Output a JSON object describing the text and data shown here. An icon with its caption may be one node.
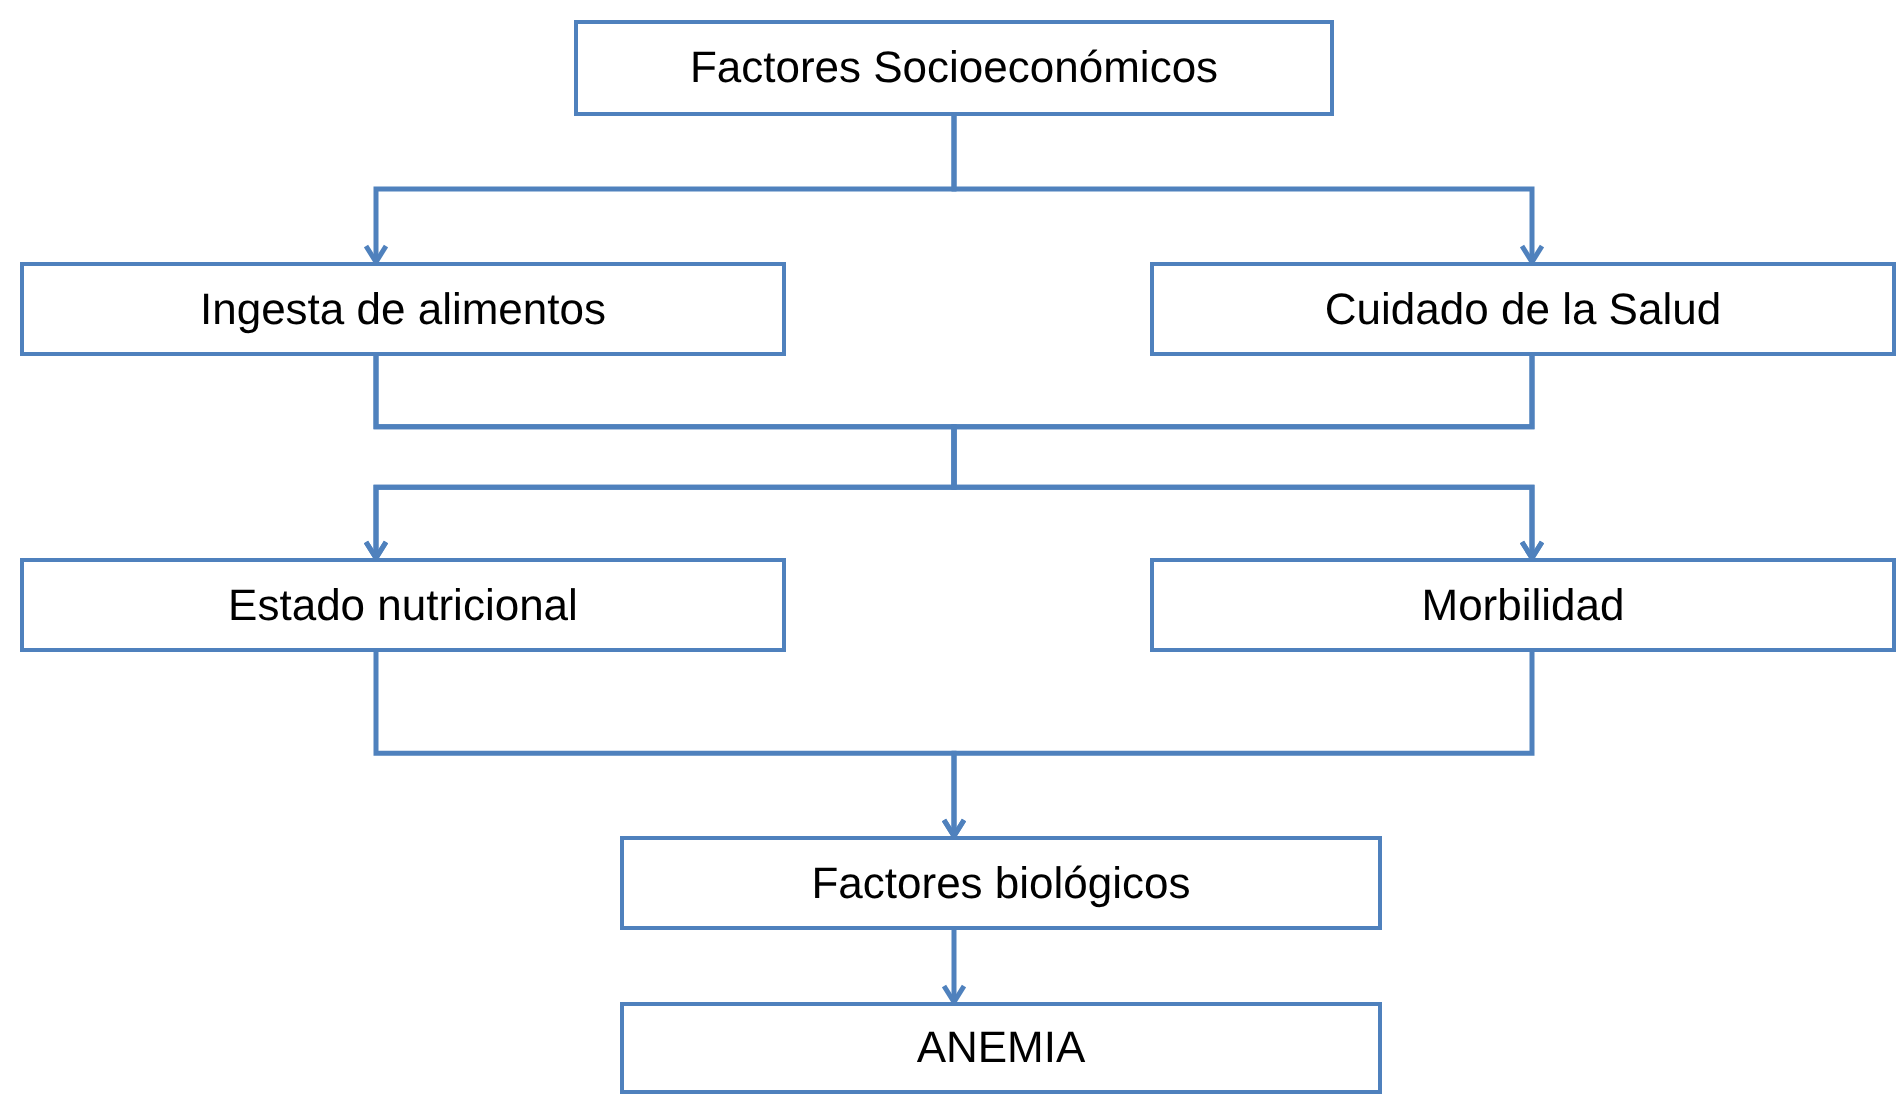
{
  "diagram": {
    "nodes": [
      {
        "text": [
          "Factores Socioeconómicos"
        ]
      },
      {
        "text": [
          "Ingesta de alimentos"
        ]
      },
      {
        "text": [
          "Cuidado de la Salud"
        ]
      },
      {
        "text": [
          "Estado nutricional"
        ]
      },
      {
        "text": [
          "Morbilidad"
        ]
      },
      {
        "text": [
          "Factores biológicos"
        ]
      },
      {
        "text": [
          "ANEMIA"
        ]
      }
    ],
    "edges": [
      {
        "from": 0,
        "to": 1,
        "arrow": "to"
      },
      {
        "from": 0,
        "to": 2,
        "arrow": "to"
      },
      {
        "from": 1,
        "to": 3,
        "arrow": "to"
      },
      {
        "from": 1,
        "to": 4,
        "arrow": "to"
      },
      {
        "from": 2,
        "to": 3,
        "arrow": "to"
      },
      {
        "from": 2,
        "to": 4,
        "arrow": "to"
      },
      {
        "from": 3,
        "to": 5,
        "arrow": "to"
      },
      {
        "from": 4,
        "to": 5,
        "arrow": "to"
      },
      {
        "from": 5,
        "to": 6,
        "arrow": "to"
      }
    ]
  }
}
